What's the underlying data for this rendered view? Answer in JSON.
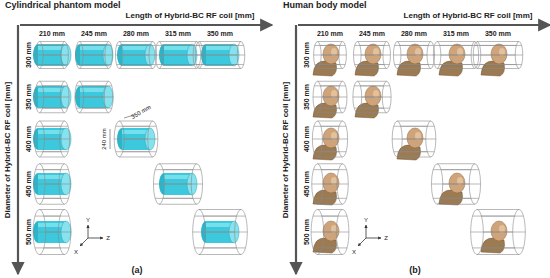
{
  "diagram": {
    "labels": [
      "Cylindrical phantom model",
      "Length of Hybrid-BC RF coil [mm]",
      "210 mm",
      "245 mm",
      "280 mm",
      "315 mm",
      "350 mm",
      "Diameter of Hybrid-BC RF coil [mm]",
      "300 mm",
      "350 mm",
      "400 mm",
      "450 mm",
      "500 mm",
      "350 mm",
      "240 mm",
      "Y",
      "Z",
      "X",
      "(a)",
      "Human body model",
      "Length of Hybrid-BC RF coil [mm]",
      "210 mm",
      "245 mm",
      "280 mm",
      "315 mm",
      "350 mm",
      "Diameter of Hybrid-BC RF coil [mm]",
      "300 mm",
      "350 mm",
      "400 mm",
      "450 mm",
      "500 mm",
      "Y",
      "Z",
      "X",
      "(b)"
    ]
  }
}
